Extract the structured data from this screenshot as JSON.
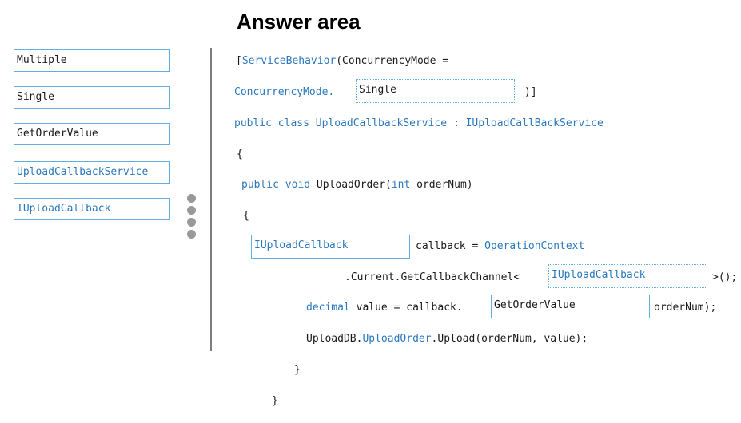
{
  "title": "Answer area",
  "source_items": [
    {
      "label": "Multiple",
      "color": "#1a1a1a"
    },
    {
      "label": "Single",
      "color": "#1a1a1a"
    },
    {
      "label": "GetOrderValue",
      "color": "#1a1a1a"
    },
    {
      "label": "UploadCallbackService",
      "color": "#2b78bd"
    },
    {
      "label": "IUploadCallback",
      "color": "#2b78bd"
    }
  ],
  "code": {
    "line1": {
      "open_bracket": "[",
      "attr": "ServiceBehavior",
      "rest": "(ConcurrencyMode ="
    },
    "line2": {
      "prefix": "ConcurrencyMode.",
      "slot": "Single",
      "suffix": ")]"
    },
    "line3": {
      "kw1": "public class",
      "cls": "UploadCallbackService",
      "colon": ":",
      "iface": "IUploadCallBackService"
    },
    "line4": {
      "text": "{"
    },
    "line5": {
      "kw": "public void",
      "name": "UploadOrder(",
      "int": "int",
      "param": "orderNum)"
    },
    "line6": {
      "text": "{"
    },
    "line7": {
      "slot": "IUploadCallback",
      "mid": "callback =",
      "ctx": "OperationContext"
    },
    "line8": {
      "prefix": ".Current.GetCallbackChannel<",
      "slot": "IUploadCallback",
      "suffix": ">();"
    },
    "line9": {
      "kw": "decimal",
      "mid": "value = callback.",
      "slot": "GetOrderValue",
      "suffix": "orderNum);"
    },
    "line10": {
      "db": "UploadDB.",
      "blue": "UploadOrder",
      "rest": ".Upload(orderNum, value);"
    },
    "line11": {
      "text": "}"
    },
    "line12": {
      "text": "}"
    }
  },
  "colors": {
    "keyword": "#2b78bd",
    "box_border": "#5fb0e0",
    "divider": "#7d7d7d"
  }
}
